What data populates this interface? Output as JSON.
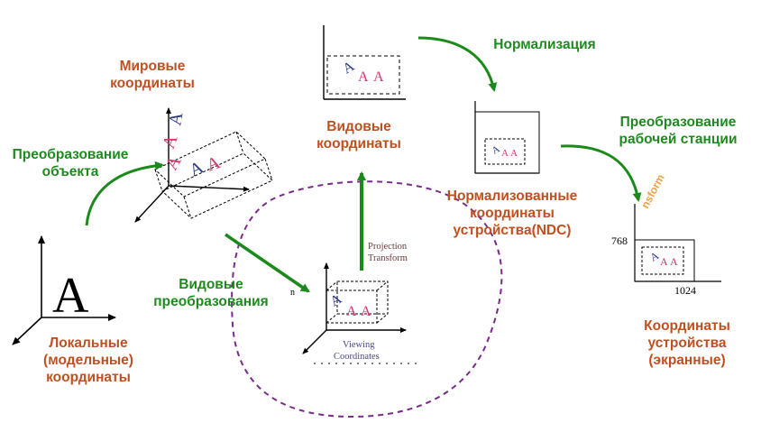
{
  "colors": {
    "stage_label": "#c0501f",
    "transform_label": "#1f8a1f",
    "arrow": "#1b8a1b",
    "dashed_circle": "#7a2a8a",
    "glyph_pink": "#d8336b",
    "glyph_blue": "#2c3a8a",
    "small_label": "#6a3a3a",
    "transform_text": "#f0a040"
  },
  "stages": {
    "local": [
      "Локальные",
      "(модельные)",
      "координаты"
    ],
    "world": [
      "Мировые",
      "координаты"
    ],
    "view": [
      "Видовые",
      "координаты"
    ],
    "ndc": [
      "Нормализованные",
      "координаты",
      "устройства(NDC)"
    ],
    "device": [
      "Координаты",
      "устройства",
      "(экранные)"
    ]
  },
  "transforms": {
    "object": [
      "Преобразование",
      "объекта"
    ],
    "viewing": [
      "Видовые",
      "преобразования"
    ],
    "normalization": "Нормализация",
    "workstation": [
      "Преобразование",
      "рабочей станции"
    ]
  },
  "figures": {
    "local_glyph": "A",
    "glyph_letter": "A",
    "projection": [
      "Projection",
      "Transform"
    ],
    "viewing_coords": [
      "Viewing",
      "Coordinates"
    ],
    "n_axis": "n",
    "device_y_tick": "768",
    "device_x_tick": "1024",
    "transform_fragment": "nsform"
  }
}
